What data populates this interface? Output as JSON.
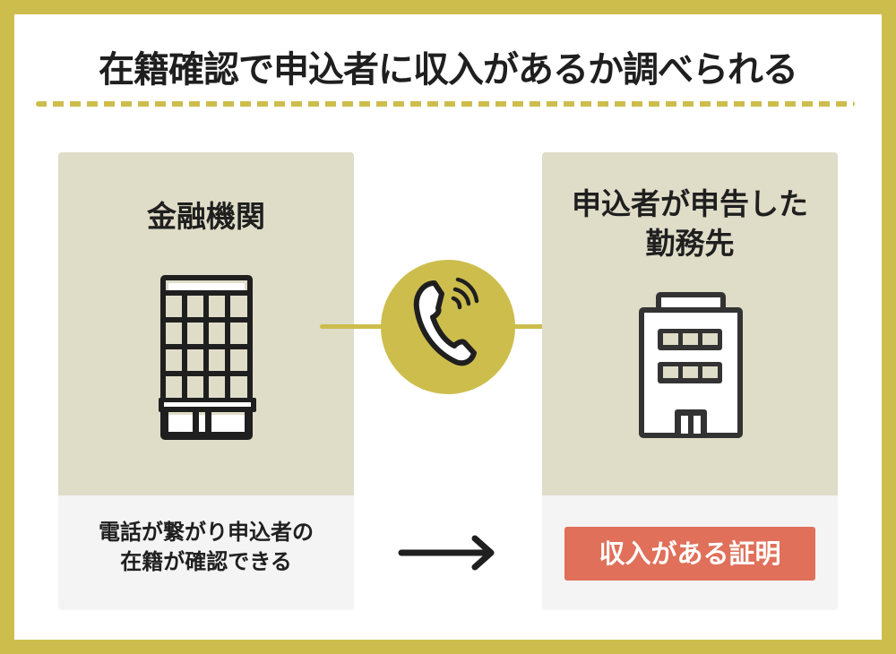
{
  "title": "在籍確認で申込者に収入があるか調べられる",
  "colors": {
    "frame": "#cdbd4c",
    "panel_top": "#dfdcc8",
    "panel_bottom": "#f4f4f4",
    "badge": "#e0705a",
    "text": "#1f1f1f"
  },
  "left_panel": {
    "heading": "金融機関",
    "icon": "office-tower-icon",
    "caption_line1": "電話が繋がり申込者の",
    "caption_line2": "在籍が確認できる"
  },
  "connector": {
    "icon": "phone-ringing-icon",
    "arrow_icon": "arrow-right-icon"
  },
  "right_panel": {
    "heading_line1": "申込者が申告した",
    "heading_line2": "勤務先",
    "icon": "office-building-icon",
    "badge": "収入がある証明"
  },
  "bottom_connector": {
    "icon": "long-arrow-right-icon"
  }
}
